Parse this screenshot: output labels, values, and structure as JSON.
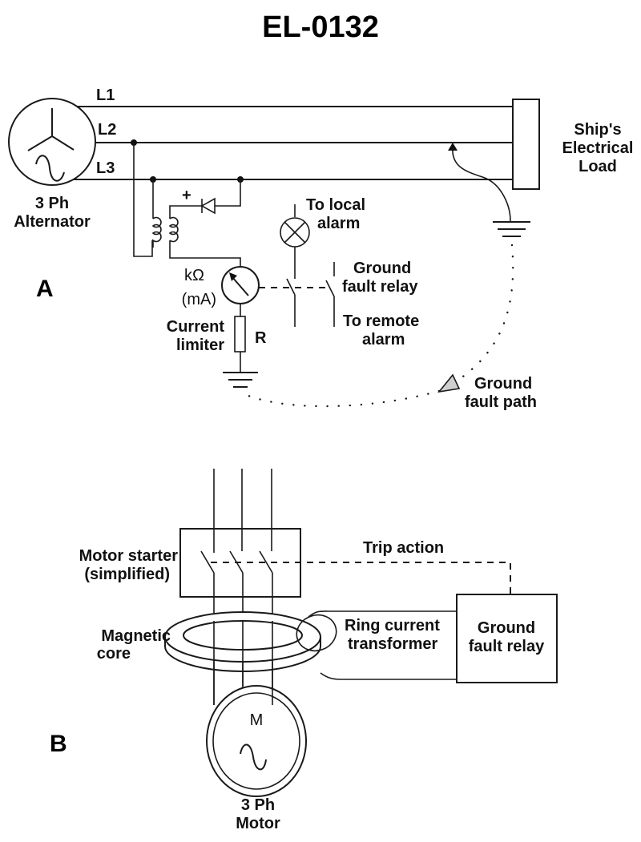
{
  "title": "EL-0132",
  "panel_a": {
    "label": "A",
    "lines": [
      "L1",
      "L2",
      "L3"
    ],
    "alternator": [
      "3 Ph",
      "Alternator"
    ],
    "load": [
      "Ship's",
      "Electrical",
      "Load"
    ],
    "local_alarm": [
      "To local",
      "alarm"
    ],
    "relay": [
      "Ground",
      "fault relay"
    ],
    "remote_alarm": [
      "To remote",
      "alarm"
    ],
    "meter": [
      "kΩ",
      "(mA)"
    ],
    "limiter": [
      "Current",
      "limiter"
    ],
    "resistor": "R",
    "diode_polarity": "+",
    "fault_path": [
      "Ground",
      "fault path"
    ]
  },
  "panel_b": {
    "label": "B",
    "starter": [
      "Motor starter",
      "(simplified)"
    ],
    "trip": "Trip action",
    "core": [
      "Magnetic",
      "core"
    ],
    "ct": [
      "Ring current",
      "transformer"
    ],
    "relay": [
      "Ground",
      "fault relay"
    ],
    "motor_symbol": "M",
    "motor": [
      "3 Ph",
      "Motor"
    ]
  }
}
